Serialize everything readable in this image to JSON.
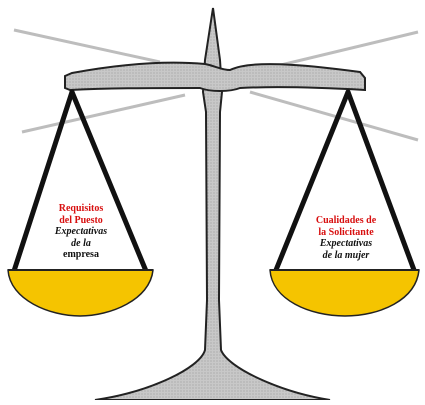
{
  "colors": {
    "scale_fill": "#c8c8c8",
    "scale_outline": "#222222",
    "ray_color": "#bdbdbd",
    "pan_fill": "#f5c400",
    "chain_color": "#111111",
    "heading_color": "#d81010",
    "text_color": "#111111"
  },
  "left_pan": {
    "heading_line1": "Requisitos",
    "heading_line2": "del Puesto",
    "sub_line1": "Expectativas",
    "sub_line2": "de la",
    "sub_line3": "empresa"
  },
  "right_pan": {
    "heading_line1": "Cualidades de",
    "heading_line2": "la Solicitante",
    "sub_line1": "Expectativas",
    "sub_line2": "de la mujer"
  }
}
